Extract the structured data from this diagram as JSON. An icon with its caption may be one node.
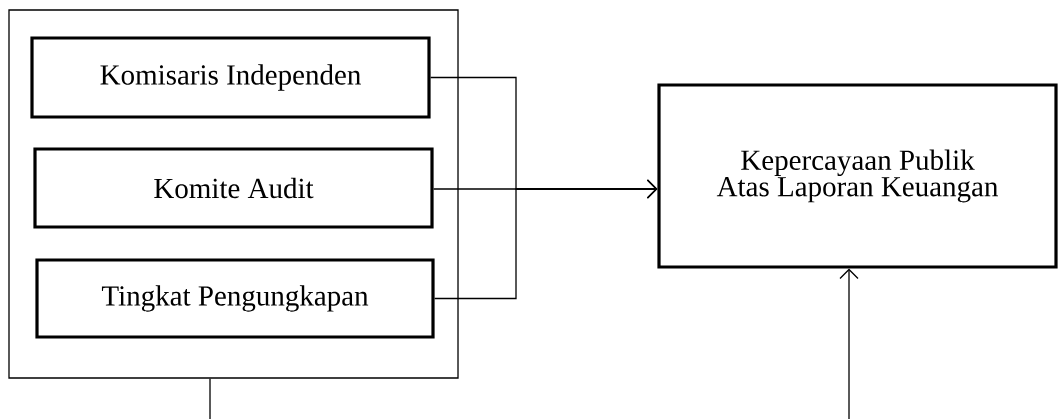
{
  "diagram": {
    "nodes": [
      {
        "text": [],
        "shape": "box"
      },
      {
        "text": [
          "Komisaris Independen"
        ],
        "in": 0
      },
      {
        "text": [
          "Komite Audit"
        ],
        "in": 0
      },
      {
        "text": [
          "Tingkat Pengungkapan"
        ],
        "in": 0
      },
      {
        "text": [
          "Kepercayaan Publik Atas Laporan Keuangan"
        ]
      }
    ],
    "edges": [
      {
        "from": 1,
        "to": 4,
        "arrow": "to"
      },
      {
        "from": 2,
        "to": 4,
        "arrow": "to"
      },
      {
        "from": 3,
        "to": 4,
        "arrow": "to"
      },
      {
        "from": 0,
        "to": null,
        "arrow": "none"
      },
      {
        "from": null,
        "to": 4,
        "arrow": "to"
      }
    ]
  }
}
